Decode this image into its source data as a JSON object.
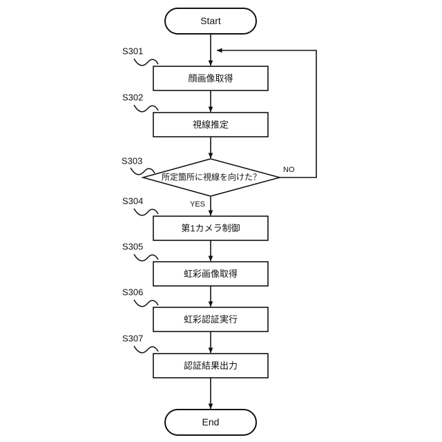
{
  "diagram": {
    "type": "flowchart",
    "title": "Iris authentication process flowchart",
    "language": "ja",
    "background_color": "#ffffff",
    "line_color": "#111111",
    "terminals": {
      "start": "Start",
      "end": "End"
    },
    "branch_labels": {
      "yes": "YES",
      "no": "NO"
    },
    "steps": [
      {
        "id": "S301",
        "label": "S301",
        "text": "顔画像取得",
        "shape": "process"
      },
      {
        "id": "S302",
        "label": "S302",
        "text": "視線推定",
        "shape": "process"
      },
      {
        "id": "S303",
        "label": "S303",
        "text": "所定箇所に視線を向けた？",
        "shape": "decision"
      },
      {
        "id": "S304",
        "label": "S304",
        "text": "第1カメラ制御",
        "shape": "process"
      },
      {
        "id": "S305",
        "label": "S305",
        "text": "虹彩画像取得",
        "shape": "process"
      },
      {
        "id": "S306",
        "label": "S306",
        "text": "虹彩認証実行",
        "shape": "process"
      },
      {
        "id": "S307",
        "label": "S307",
        "text": "認証結果出力",
        "shape": "process"
      }
    ]
  }
}
